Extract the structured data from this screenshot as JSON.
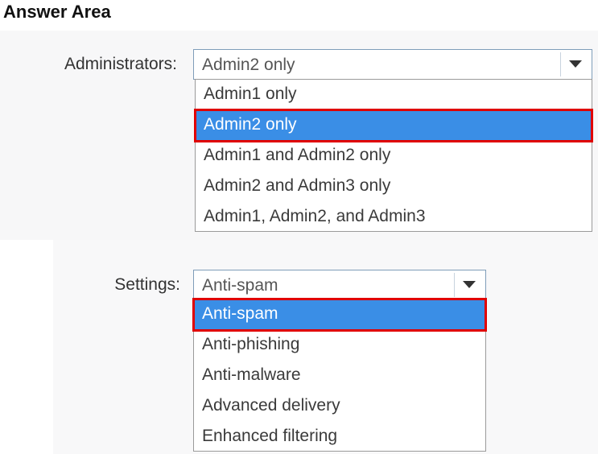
{
  "title": "Answer Area",
  "administrators": {
    "label": "Administrators:",
    "selected_value": "Admin2 only",
    "options": [
      "Admin1 only",
      "Admin2 only",
      "Admin1 and Admin2 only",
      "Admin2 and Admin3 only",
      "Admin1, Admin2, and Admin3"
    ],
    "highlighted_index": 1
  },
  "settings": {
    "label": "Settings:",
    "selected_value": "Anti-spam",
    "options": [
      "Anti-spam",
      "Anti-phishing",
      "Anti-malware",
      "Advanced delivery",
      "Enhanced filtering"
    ],
    "highlighted_index": 0
  },
  "colors": {
    "highlight": "#3a8ee6",
    "highlight_border": "#e00000",
    "select_border": "#7f9db9"
  },
  "icons": {
    "dropdown_arrow": "chevron-down-icon"
  }
}
